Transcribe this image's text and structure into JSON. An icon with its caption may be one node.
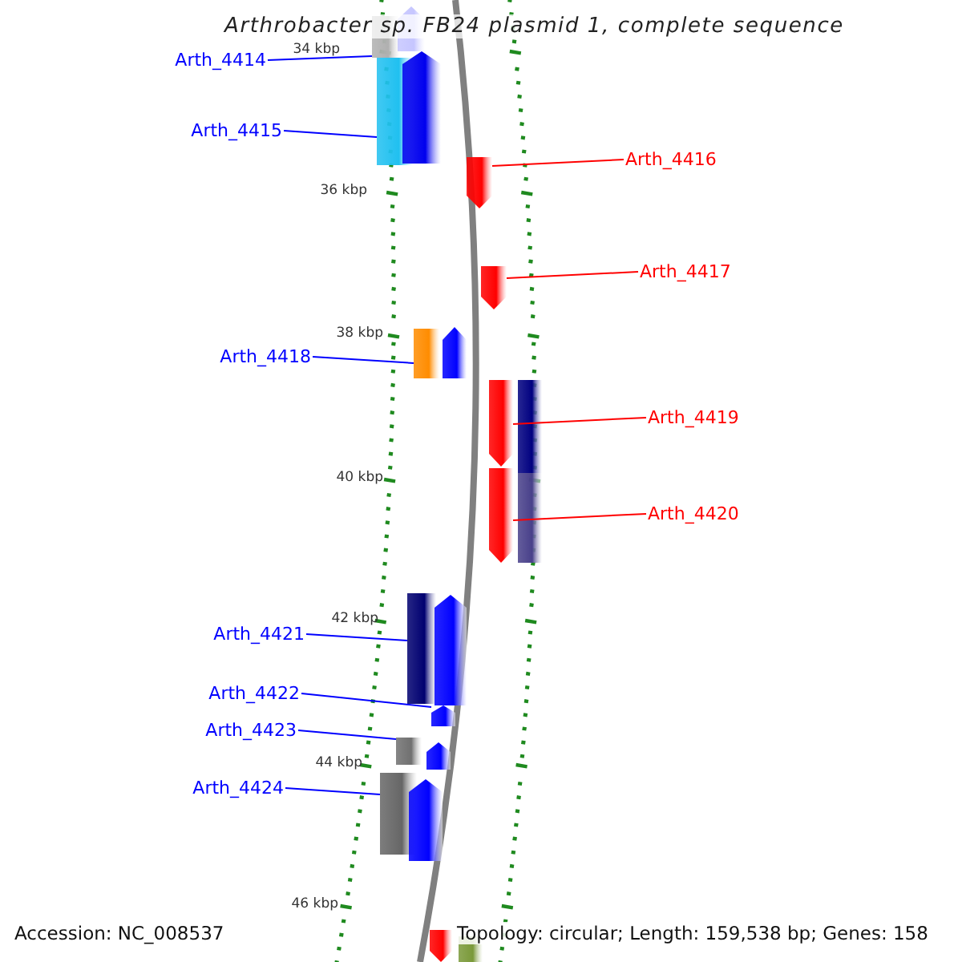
{
  "diagram": {
    "title": "Arthrobacter sp. FB24 plasmid 1, complete sequence",
    "nodes": [
      {
        "text": [
          "Arth_4414"
        ]
      },
      {
        "text": [],
        "shape": "bar"
      },
      {
        "text": [
          "Arth_4415"
        ]
      },
      {
        "text": [],
        "shape": "bar"
      },
      {
        "text": [
          "Arth_4416"
        ]
      },
      {
        "text": [],
        "shape": "bar"
      },
      {
        "text": [
          "Arth_4417"
        ]
      },
      {
        "text": [],
        "shape": "bar"
      },
      {
        "text": [
          "Arth_4418"
        ]
      },
      {
        "text": [],
        "shape": "bar"
      },
      {
        "text": [
          "Arth_4419"
        ]
      },
      {
        "text": [],
        "shape": "bar"
      },
      {
        "text": [
          "Arth_4420"
        ]
      },
      {
        "text": [],
        "shape": "bar"
      },
      {
        "text": [
          "Arth_4421"
        ]
      },
      {
        "text": [],
        "shape": "bar"
      },
      {
        "text": [
          "Arth_4422"
        ]
      },
      {
        "text": [],
        "shape": "bar"
      },
      {
        "text": [
          "Arth_4423"
        ]
      },
      {
        "text": [],
        "shape": "bar"
      },
      {
        "text": [
          "Arth_4424"
        ]
      },
      {
        "text": [],
        "shape": "bar"
      },
      {
        "text": [],
        "shape": "bar"
      },
      {
        "text": [],
        "shape": "bar"
      },
      {
        "text": [],
        "shape": "bar"
      },
      {
        "text": [],
        "shape": "bar"
      },
      {
        "text": [],
        "shape": "bar"
      },
      {
        "text": [],
        "shape": "bar"
      },
      {
        "text": [],
        "shape": "bar"
      },
      {
        "text": [],
        "shape": "bar"
      },
      {
        "text": [],
        "shape": "bar"
      },
      {
        "text": [],
        "shape": "bar"
      }
    ],
    "edges": [
      {
        "from": 0,
        "to": 1,
        "arrow": "none"
      },
      {
        "from": 2,
        "to": 3,
        "arrow": "none"
      },
      {
        "from": 4,
        "to": 5,
        "arrow": "none",
        "color": "#ff0000"
      },
      {
        "from": 6,
        "to": 7,
        "arrow": "none",
        "color": "#ff0000"
      },
      {
        "from": 8,
        "to": 9,
        "arrow": "none"
      },
      {
        "from": 10,
        "to": 11,
        "arrow": "none",
        "color": "#ff0000"
      },
      {
        "from": 12,
        "to": 13,
        "arrow": "none",
        "color": "#ff0000"
      },
      {
        "from": 14,
        "to": 15,
        "arrow": "none"
      },
      {
        "from": 16,
        "to": 17,
        "arrow": "none"
      },
      {
        "from": 18,
        "to": 19,
        "arrow": "none"
      },
      {
        "from": 20,
        "to": 21,
        "arrow": "none"
      }
    ],
    "labels": [
      "34 kbp",
      "36 kbp",
      "38 kbp",
      "40 kbp",
      "42 kbp",
      "44 kbp",
      "46 kbp",
      "Accession: NC_008537",
      "Topology: circular; Length: 159,538 bp; Genes: 158"
    ]
  }
}
